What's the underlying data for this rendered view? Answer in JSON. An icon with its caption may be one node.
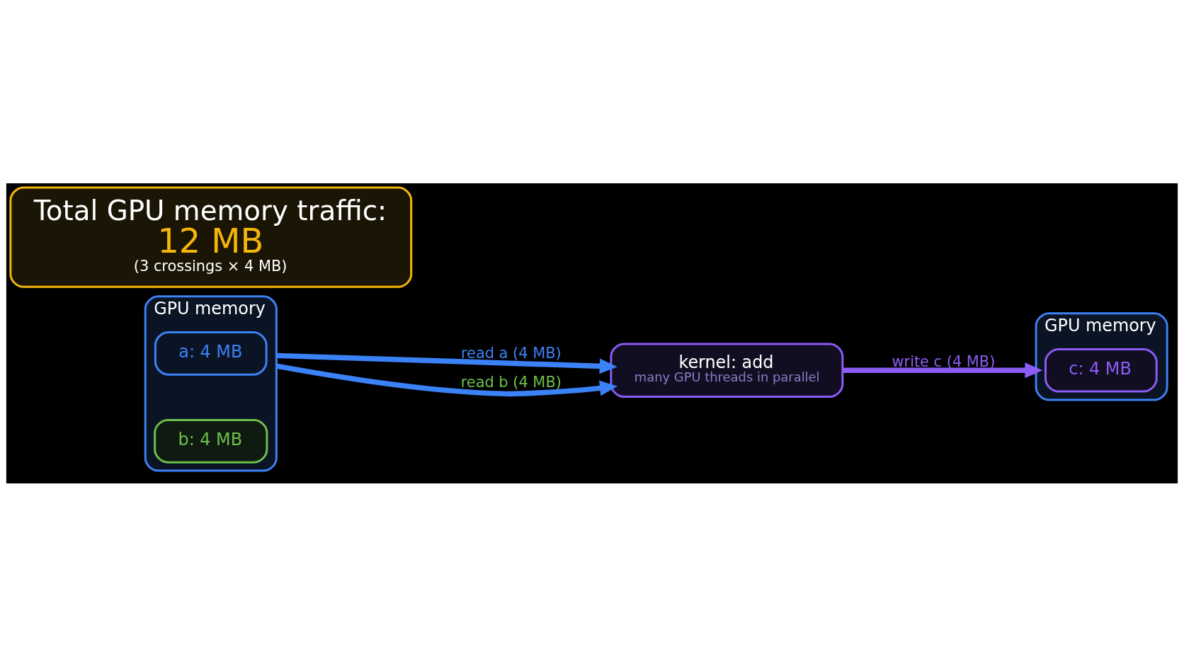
{
  "diagram": {
    "nodes": [
      {
        "text": [
          "GPU memory"
        ]
      },
      {
        "text": [
          "a: 4 MB"
        ],
        "in": 0
      },
      {
        "text": [
          "b: 4 MB"
        ],
        "in": 0
      },
      {
        "text": [
          "kernel: add",
          "many GPU threads in parallel"
        ]
      },
      {
        "text": [
          "GPU memory"
        ]
      },
      {
        "text": [
          "c: 4 MB"
        ],
        "in": 4
      },
      {
        "text": [
          "Total GPU memory traffic:",
          "12 MB",
          "(3 crossings × 4 MB)"
        ]
      }
    ],
    "edges": [
      {
        "from": 0,
        "to": 3,
        "arrow": "to",
        "label": "read a (4 MB)"
      },
      {
        "from": 0,
        "to": 3,
        "arrow": "to",
        "label": "read b (4 MB)"
      },
      {
        "from": 3,
        "to": 4,
        "arrow": "to",
        "label": "write c (4 MB)",
        "color": "#8b5cf6"
      }
    ]
  }
}
